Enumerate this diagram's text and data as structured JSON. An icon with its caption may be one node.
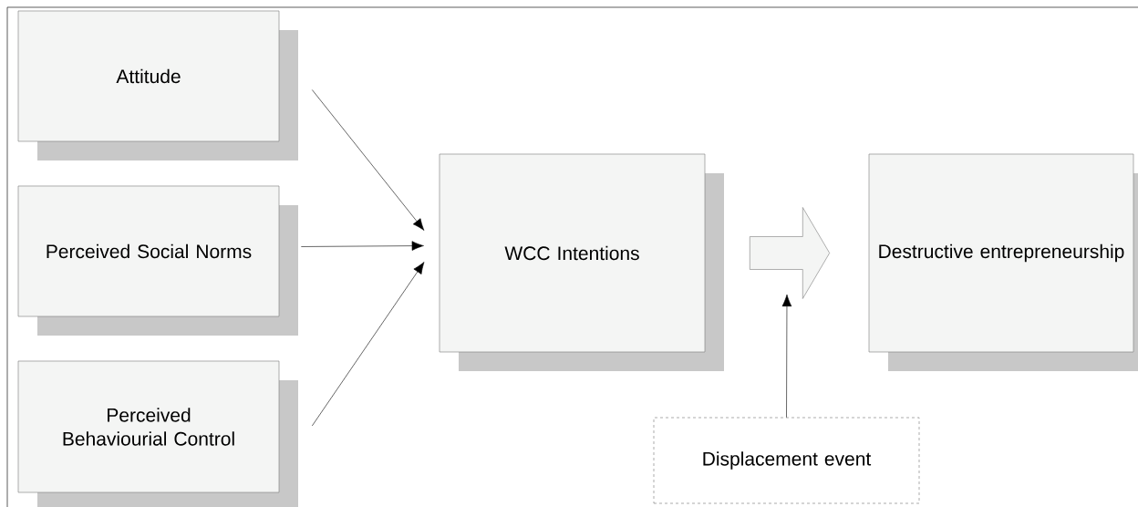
{
  "diagram": {
    "nodes": [
      {
        "text": [
          "Attitude"
        ]
      },
      {
        "text": [
          "Perceived Social Norms"
        ]
      },
      {
        "text": [
          "Perceived Behaviourial Control"
        ]
      },
      {
        "text": [
          "WCC Intentions"
        ]
      },
      {
        "text": [
          "Destructive entrepreneurship"
        ]
      },
      {
        "text": [
          "Displacement event"
        ]
      }
    ],
    "edges": [
      {
        "from": 0,
        "to": 3,
        "arrow": "to"
      },
      {
        "from": 1,
        "to": 3,
        "arrow": "to"
      },
      {
        "from": 2,
        "to": 3,
        "arrow": "to"
      },
      {
        "from": 3,
        "to": 4,
        "arrow": "to",
        "style": "thick"
      },
      {
        "from": 5,
        "to": null,
        "arrow": "to"
      }
    ]
  }
}
